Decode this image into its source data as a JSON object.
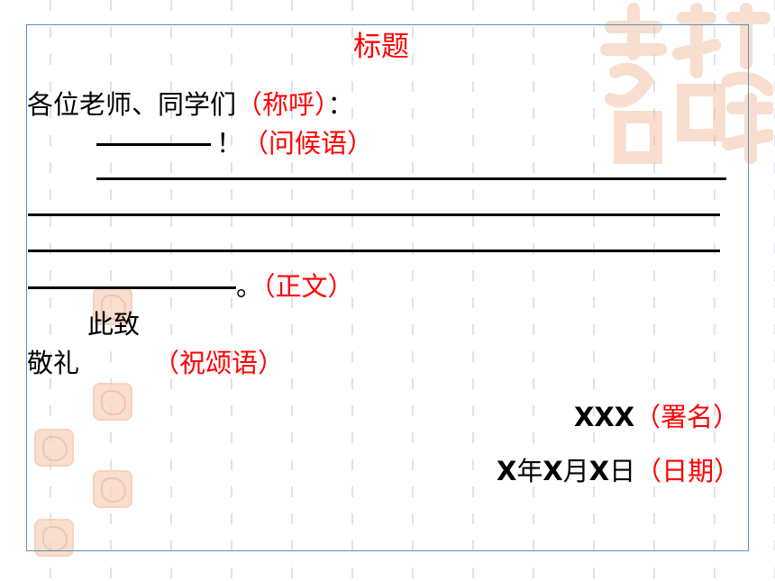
{
  "title": "标题",
  "salutation": {
    "text": "各位老师、同学们",
    "note": "（称呼）",
    "colon": "："
  },
  "greeting": {
    "blank": "————",
    "mark": "！",
    "note": "（问候语）"
  },
  "body": {
    "end_mark": "。",
    "note": "（正文）"
  },
  "closing": {
    "line1": "此致",
    "line2": "敬礼",
    "note": "（祝颂语）"
  },
  "signature": {
    "name": "XXX",
    "note": "（署名）"
  },
  "date": {
    "x1": "X",
    "year": "年",
    "x2": "X",
    "month": "月",
    "x3": "X",
    "day": "日",
    "note": "（日期）"
  },
  "colors": {
    "annotation": "#ff0000",
    "frame": "#5b8fbf",
    "seal": "#f2c3a6"
  }
}
